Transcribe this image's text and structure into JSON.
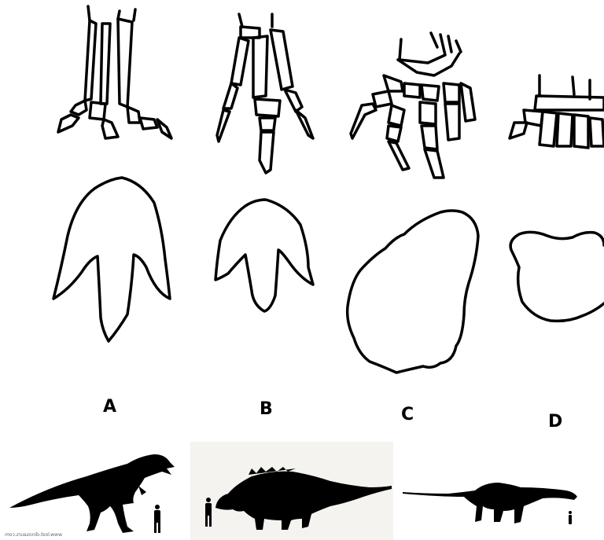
{
  "labels": {
    "a": "A",
    "b": "B",
    "c": "C",
    "d": "D"
  },
  "credit": "www.lost-dinosaurs.com",
  "colors": {
    "line": "#000000",
    "background": "#ffffff",
    "panel_tint": "#f4f3ef"
  }
}
